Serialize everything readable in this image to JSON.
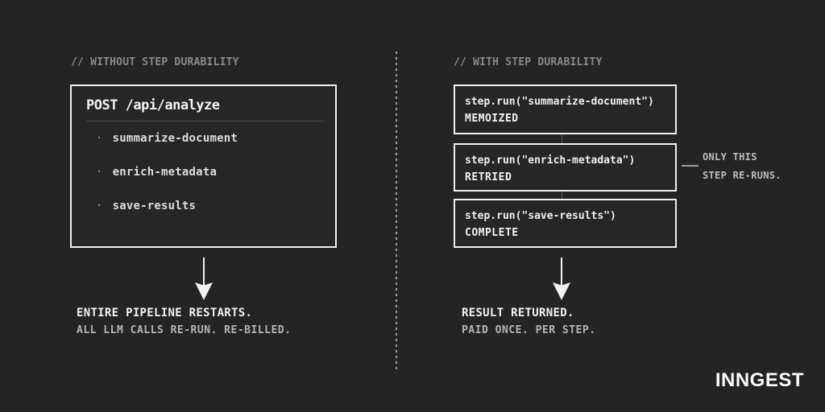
{
  "colors": {
    "background": "#242424",
    "border_white": "#f0f0f0",
    "text_primary": "#f2f2f2",
    "text_muted": "#8a8a8a",
    "text_secondary": "#b5b5b5"
  },
  "left": {
    "header": "// WITHOUT STEP DURABILITY",
    "box": {
      "title": "POST /api/analyze",
      "items": [
        {
          "bullet": "·",
          "label": "summarize-document"
        },
        {
          "bullet": "·",
          "label": "enrich-metadata"
        },
        {
          "bullet": "·",
          "label": "save-results"
        }
      ]
    },
    "result_primary": "ENTIRE PIPELINE RESTARTS.",
    "result_secondary": "ALL LLM CALLS RE-RUN. RE-BILLED."
  },
  "right": {
    "header": "// WITH STEP DURABILITY",
    "steps": [
      {
        "code": "step.run(\"summarize-document\")",
        "status": "MEMOIZED"
      },
      {
        "code": "step.run(\"enrich-metadata\")",
        "status": "RETRIED"
      },
      {
        "code": "step.run(\"save-results\")",
        "status": "COMPLETE"
      }
    ],
    "annotation": {
      "line1": "ONLY THIS",
      "line2": "STEP RE-RUNS."
    },
    "result_primary": "RESULT RETURNED.",
    "result_secondary": "PAID ONCE. PER STEP."
  },
  "footer": {
    "logo": "INNGEST"
  }
}
